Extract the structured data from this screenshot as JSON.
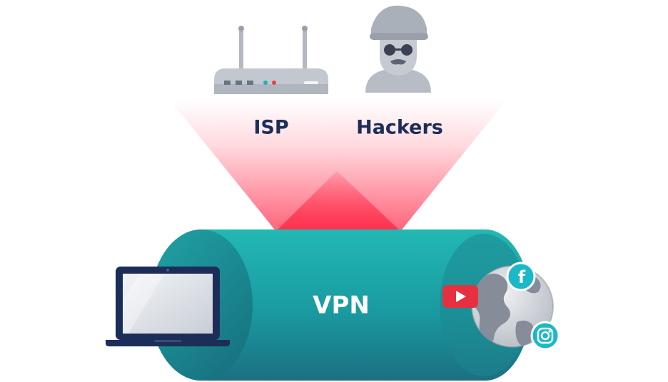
{
  "labels": {
    "isp": "ISP",
    "hackers": "Hackers",
    "vpn": "VPN",
    "facebook_letter": "f"
  },
  "colors": {
    "navy": "#1c2d59",
    "teal": "#1aa7a7",
    "teal_dark": "#17737f",
    "beam": "#ff2d4b",
    "youtube": "#e7303f",
    "icon_badge": "#1ab8c9",
    "gray": "#b9bec7"
  },
  "icons": {
    "router": "router-icon",
    "hacker": "hacker-icon",
    "laptop": "laptop-icon",
    "globe": "globe-icon",
    "youtube": "youtube-icon",
    "facebook": "facebook-icon",
    "instagram": "instagram-icon"
  }
}
